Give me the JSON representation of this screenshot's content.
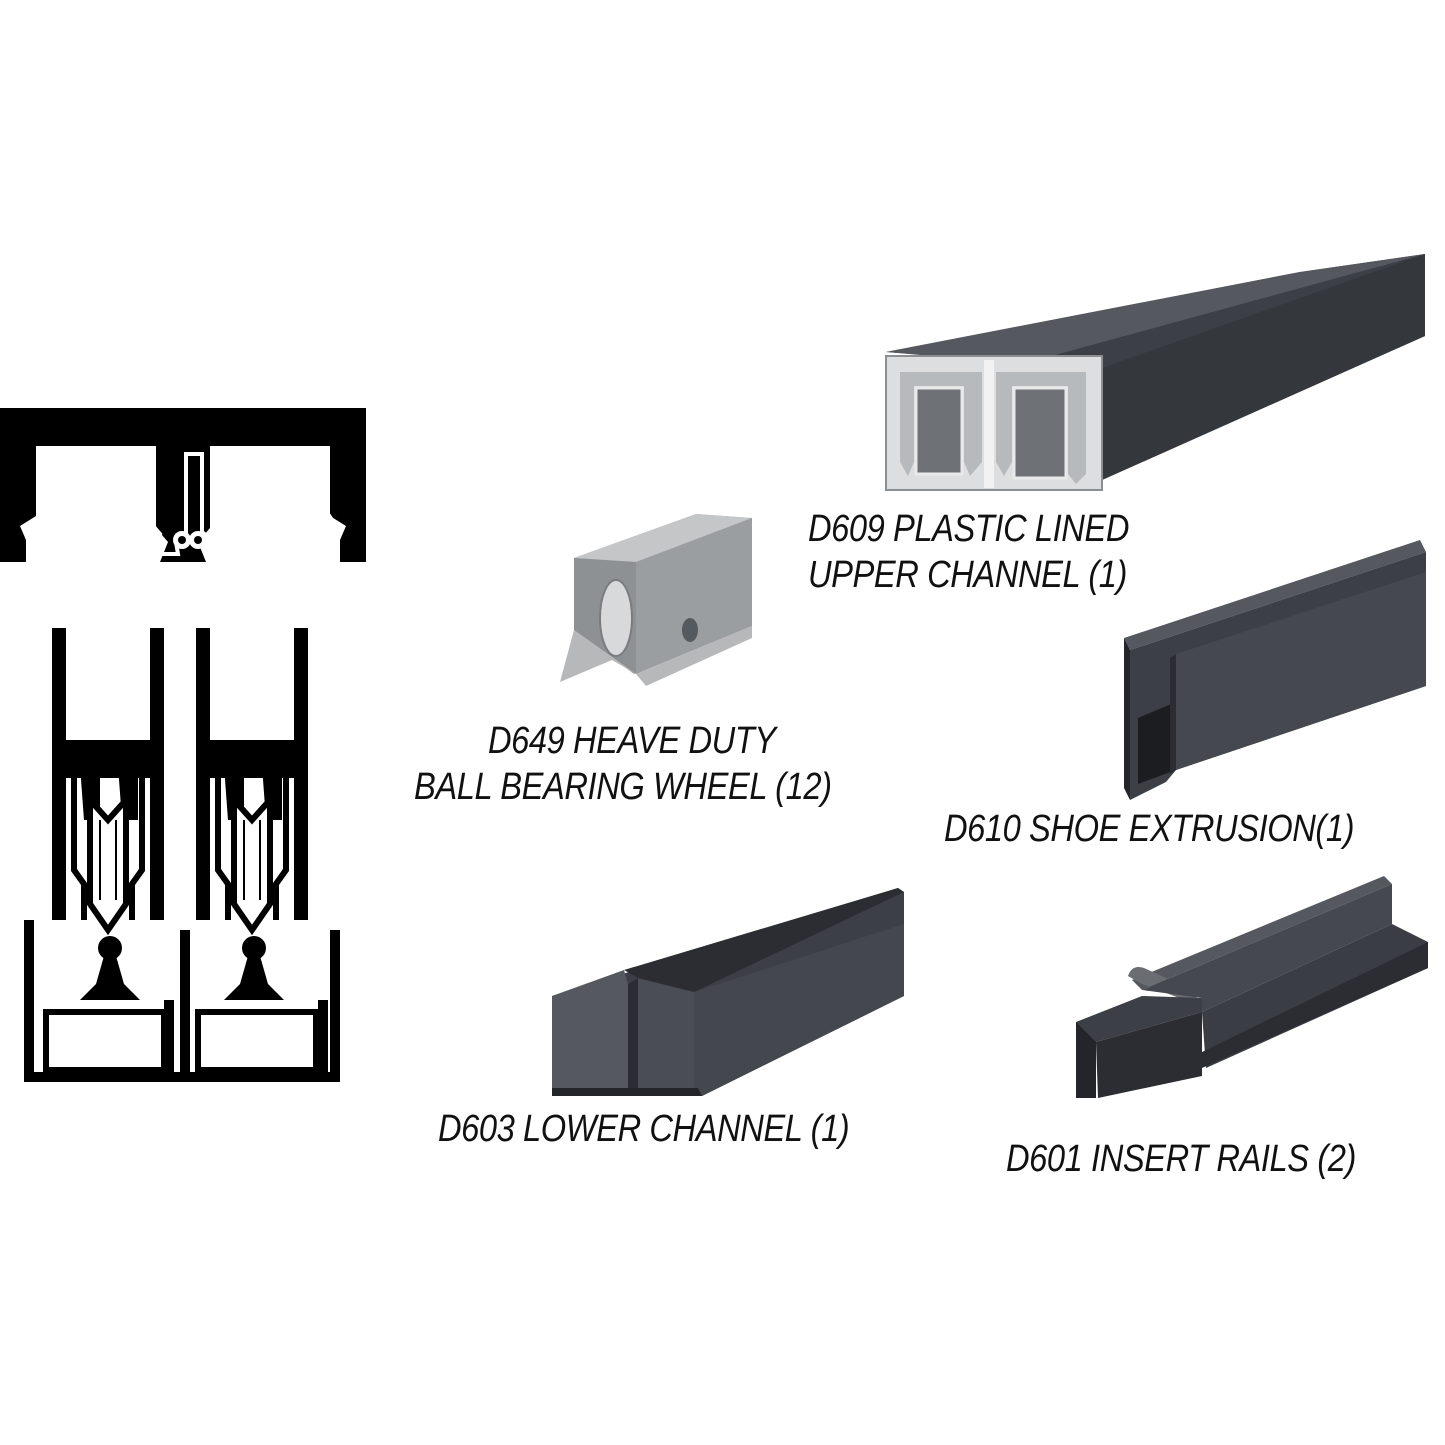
{
  "parts": [
    {
      "id": "d609",
      "lines": [
        "D609 PLASTIC LINED",
        "UPPER CHANNEL (1)"
      ],
      "icon": "upper-channel-icon"
    },
    {
      "id": "d649",
      "lines": [
        "D649 HEAVE DUTY",
        "BALL BEARING WHEEL (12)"
      ],
      "icon": "wheel-icon"
    },
    {
      "id": "d610",
      "lines": [
        "D610 SHOE EXTRUSION(1)"
      ],
      "icon": "shoe-extrusion-icon"
    },
    {
      "id": "d603",
      "lines": [
        "D603 LOWER CHANNEL (1)"
      ],
      "icon": "lower-channel-icon"
    },
    {
      "id": "d601",
      "lines": [
        "D601 INSERT RAILS (2)"
      ],
      "icon": "insert-rails-icon"
    }
  ],
  "colors": {
    "extrusion": "#3c3f45",
    "extrusion_light": "#55585e",
    "extrusion_dark": "#23252a",
    "liner": "#c9ccce",
    "wheel_housing": "#a7a9ab",
    "outline": "#000000",
    "text": "#111111"
  }
}
